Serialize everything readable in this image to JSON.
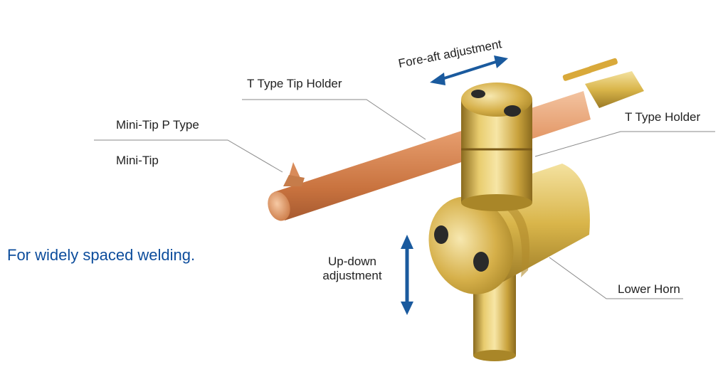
{
  "labels": {
    "fore_aft": "Fore-aft adjustment",
    "t_tip_holder": "T Type Tip Holder",
    "mini_tip_p": "Mini-Tip P Type",
    "mini_tip": "Mini-Tip",
    "t_holder": "T Type Holder",
    "up_down_1": "Up-down",
    "up_down_2": "adjustment",
    "lower_horn": "Lower Horn"
  },
  "tagline": "For widely spaced welding.",
  "colors": {
    "accent_blue": "#1a5a9e",
    "tagline_blue": "#0d4d9c",
    "leader_gray": "#8a8a8a",
    "copper": "#d88b5a",
    "brass": "#d9b54a"
  }
}
